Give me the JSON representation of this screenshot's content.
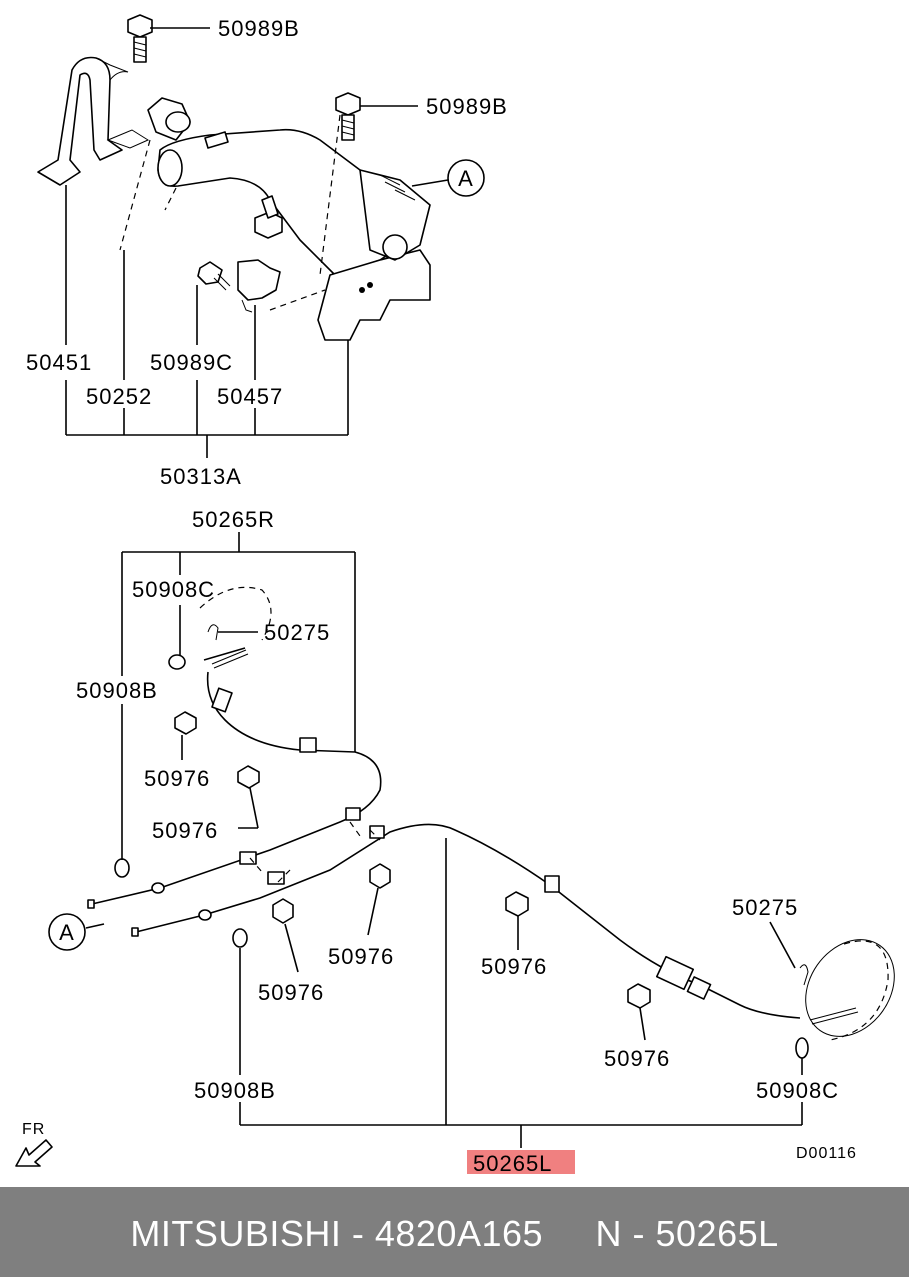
{
  "diagram": {
    "parts": {
      "bolt_top_a": "50989B",
      "bolt_top_b": "50989B",
      "ref_a_top": "A",
      "bracket": "50451",
      "grip_cover": "50252",
      "bolt_c": "50989C",
      "switch": "50457",
      "lever_assy": "50313A",
      "cable_right": "50265R",
      "clip_c_upper": "50908C",
      "spring_upper": "50275",
      "clip_b_upper": "50908B",
      "bolt_976_1": "50976",
      "bolt_976_2": "50976",
      "bolt_976_3": "50976",
      "bolt_976_4": "50976",
      "bolt_976_5": "50976",
      "bolt_976_6": "50976",
      "spring_lower": "50275",
      "ref_a_bottom": "A",
      "clip_b_lower": "50908B",
      "clip_c_lower": "50908C",
      "cable_left": "50265L",
      "diagram_code": "D00116",
      "front_mark": "FR"
    },
    "highlight_color": "#f08080"
  },
  "footer": {
    "text": "MITSUBISHI - 4820A165     N - 50265L"
  }
}
